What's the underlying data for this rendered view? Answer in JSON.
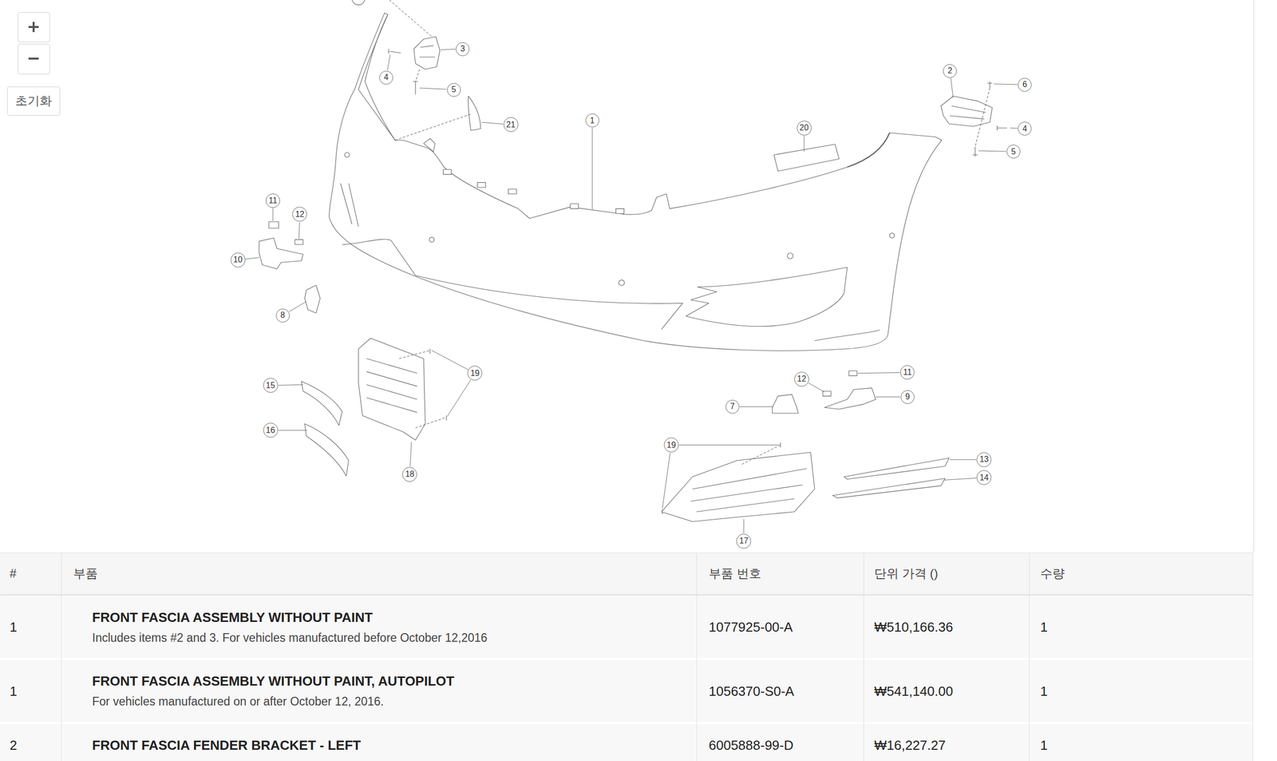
{
  "diagram": {
    "nodes": [
      {
        "text": [
          "초기화"
        ]
      },
      {
        "text": [
          "3"
        ]
      },
      {
        "text": [
          "2"
        ]
      },
      {
        "text": [
          "4"
        ]
      },
      {
        "text": [
          "6"
        ]
      },
      {
        "text": [
          "5"
        ]
      },
      {
        "text": [
          "1"
        ]
      },
      {
        "text": [
          "21"
        ]
      },
      {
        "text": [
          "20"
        ]
      },
      {
        "text": [
          "4"
        ]
      },
      {
        "text": [
          "5"
        ]
      },
      {
        "text": [
          "11"
        ]
      },
      {
        "text": [
          "12"
        ]
      },
      {
        "text": [
          "10"
        ]
      },
      {
        "text": [
          "8"
        ]
      },
      {
        "text": [
          "11"
        ]
      },
      {
        "text": [
          "19"
        ]
      },
      {
        "text": [
          "12"
        ]
      },
      {
        "text": [
          "15"
        ]
      },
      {
        "text": [
          "9"
        ]
      },
      {
        "text": [
          "7"
        ]
      },
      {
        "text": [
          "16"
        ]
      },
      {
        "text": [
          "19"
        ]
      },
      {
        "text": [
          "13"
        ]
      },
      {
        "text": [
          "18"
        ]
      },
      {
        "text": [
          "14"
        ]
      },
      {
        "text": [
          "17"
        ]
      }
    ],
    "labels": [
      "#",
      "부품",
      "부품 번호",
      "단위 가격 ()",
      "수량",
      "1",
      "FRONT FASCIA ASSEMBLY WITHOUT PAINT",
      "Includes items #2 and 3. For vehicles manufactured before October 12,2016",
      "1077925-00-A",
      "₩510,166.36",
      "1",
      "1",
      "FRONT FASCIA ASSEMBLY WITHOUT PAINT, AUTOPILOT",
      "For vehicles manufactured on or after October 12, 2016.",
      "1056370-S0-A",
      "₩541,140.00",
      "1",
      "2",
      "FRONT FASCIA FENDER BRACKET - LEFT",
      "6005888-99-D",
      "₩16,227.27",
      "1"
    ]
  }
}
